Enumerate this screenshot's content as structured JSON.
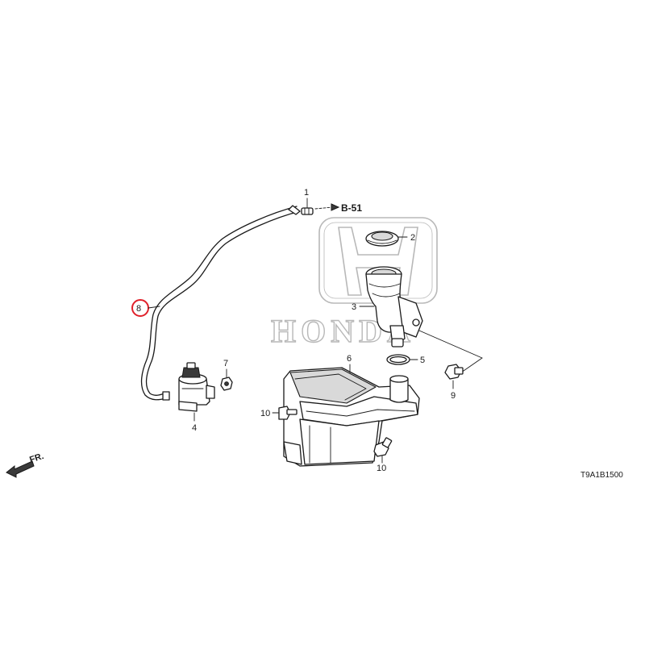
{
  "watermark": {
    "brand": "HONDA"
  },
  "reference": {
    "label": "B-51"
  },
  "front_marker": {
    "label": "FR."
  },
  "diagram_code": "T9A1B1500",
  "highlight_color": "#e0202a",
  "callouts": {
    "c1": "1",
    "c2": "2",
    "c3": "3",
    "c4": "4",
    "c5": "5",
    "c6": "6",
    "c7": "7",
    "c8": "8",
    "c9": "9",
    "c10a": "10",
    "c10b": "10"
  }
}
